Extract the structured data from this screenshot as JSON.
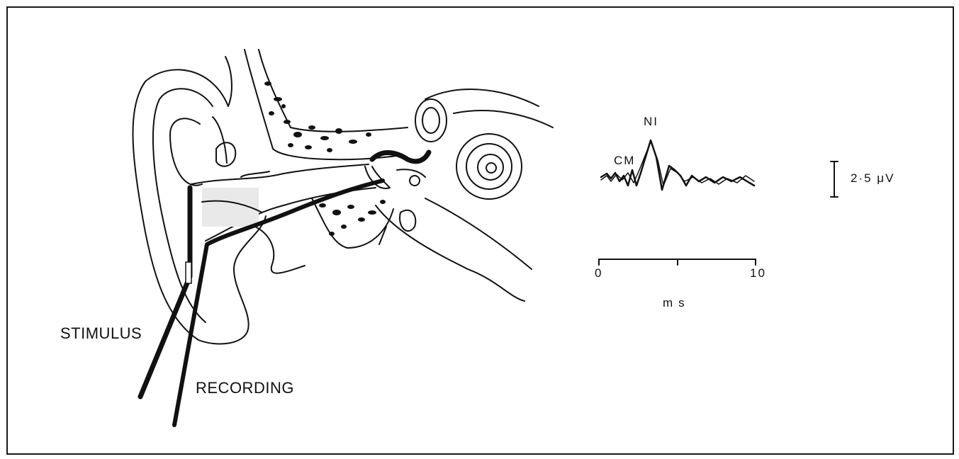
{
  "labels": {
    "stimulus": "STIMULUS",
    "recording": "RECORDING"
  },
  "waveform": {
    "peak_label": "NI",
    "cm_label": "CM",
    "scale_bar_label": "2·5 μV",
    "x_axis_start": "0",
    "x_axis_end": "10",
    "x_axis_unit": "ms"
  }
}
